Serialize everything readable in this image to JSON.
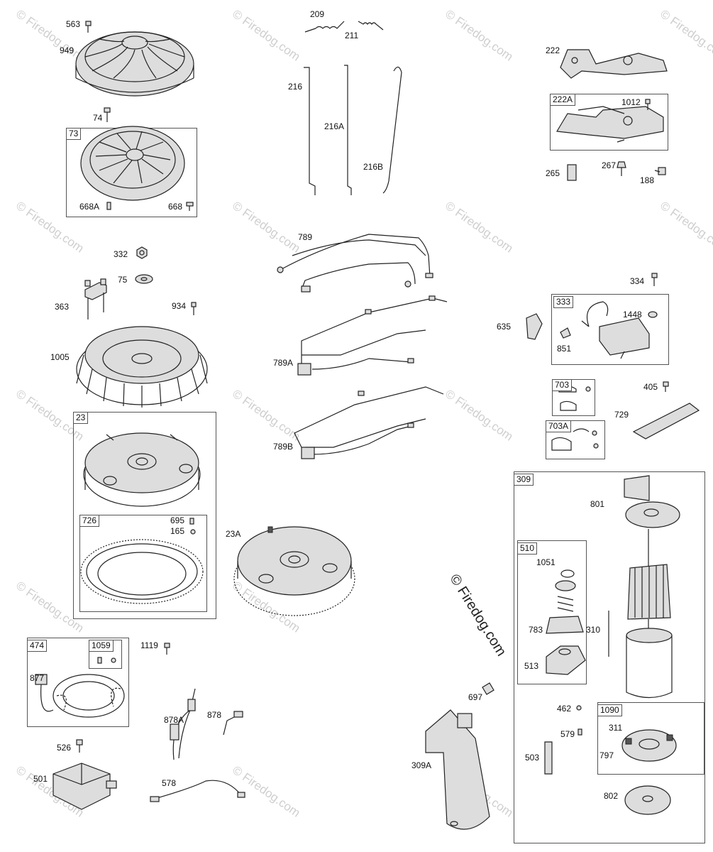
{
  "watermark": {
    "text": "© Firedog.com",
    "center_text": "© Firedog.com"
  },
  "parts": {
    "p563": "563",
    "p949": "949",
    "p74": "74",
    "p73": "73",
    "p668A": "668A",
    "p668": "668",
    "p332": "332",
    "p75": "75",
    "p363": "363",
    "p934": "934",
    "p1005": "1005",
    "p23": "23",
    "p726": "726",
    "p695": "695",
    "p165": "165",
    "p23A": "23A",
    "p474": "474",
    "p1059": "1059",
    "p877": "877",
    "p1119": "1119",
    "p878A": "878A",
    "p878": "878",
    "p526": "526",
    "p501": "501",
    "p578": "578",
    "p209": "209",
    "p211": "211",
    "p216": "216",
    "p216A": "216A",
    "p216B": "216B",
    "p789": "789",
    "p789A": "789A",
    "p789B": "789B",
    "p222": "222",
    "p222A": "222A",
    "p1012": "1012",
    "p265": "265",
    "p267": "267",
    "p188": "188",
    "p334": "334",
    "p333": "333",
    "p1448": "1448",
    "p635": "635",
    "p851": "851",
    "p703": "703",
    "p703A": "703A",
    "p405": "405",
    "p729": "729",
    "p309": "309",
    "p801": "801",
    "p510": "510",
    "p1051": "1051",
    "p783": "783",
    "p513": "513",
    "p310": "310",
    "p697": "697",
    "p309A": "309A",
    "p462": "462",
    "p579": "579",
    "p503": "503",
    "p1090": "1090",
    "p311": "311",
    "p797": "797",
    "p802": "802"
  }
}
